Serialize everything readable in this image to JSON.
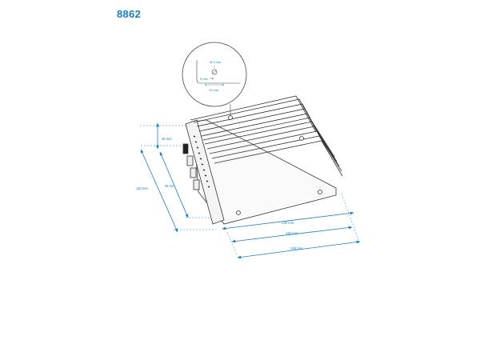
{
  "header": {
    "model_code": "8862"
  },
  "detail": {
    "hole_diameter": "Ø 5 mm",
    "edge_offset": "5 mm",
    "hole_spacing": "10 mm"
  },
  "dimensions": {
    "height_total": "45 mm",
    "depth_outer": "110 mm",
    "depth_inner": "96 mm",
    "width_inner": "130 mm",
    "width_mid": "126 mm",
    "width_outer": "135 mm"
  },
  "colors": {
    "accent": "#1a7fc1",
    "line": "#333333"
  }
}
